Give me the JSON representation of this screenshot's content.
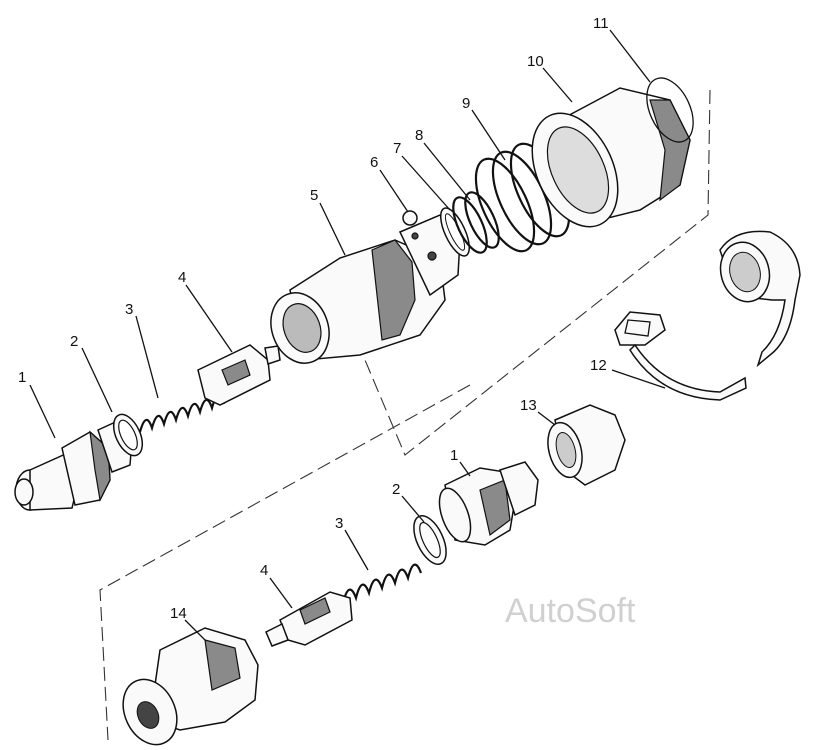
{
  "callouts": {
    "c1a": "1",
    "c2a": "2",
    "c3a": "3",
    "c4a": "4",
    "c5": "5",
    "c6": "6",
    "c7": "7",
    "c8": "8",
    "c9": "9",
    "c10": "10",
    "c11": "11",
    "c12": "12",
    "c13": "13",
    "c1b": "1",
    "c2b": "2",
    "c3b": "3",
    "c4b": "4",
    "c14": "14"
  },
  "watermark": "AutoSoft"
}
